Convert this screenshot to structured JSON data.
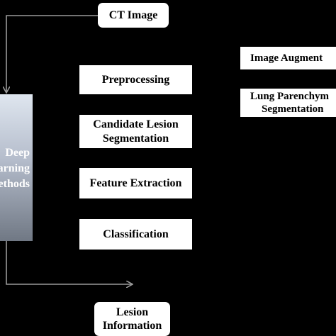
{
  "nodes": {
    "ct_image": "CT Image",
    "preprocessing": "Preprocessing",
    "candidate_line1": "Candidate Lesion",
    "candidate_line2": "Segmentation",
    "feature_extraction": "Feature Extraction",
    "classification": "Classification",
    "lesion_line1": "Lesion",
    "lesion_line2": "Information",
    "image_augment": "Image Augment",
    "lung_line1": "Lung Parenchym",
    "lung_line2": "Segmentation",
    "deep_line1": "Deep",
    "deep_line2": "earning",
    "deep_line3": "ethods"
  },
  "colors": {
    "background": "#000000",
    "box_fill": "#ffffff",
    "box_text": "#000000",
    "arrow": "#9a9a9a"
  }
}
